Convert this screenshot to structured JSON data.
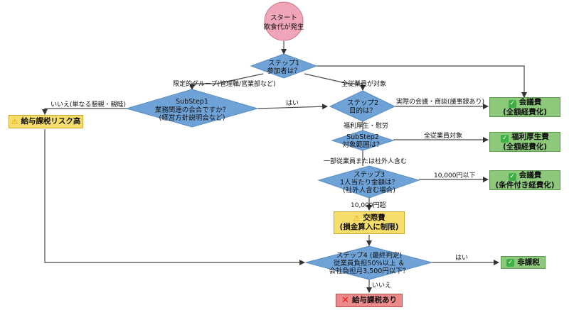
{
  "start": {
    "line1": "スタート",
    "line2": "飲食代が発生"
  },
  "step1": {
    "line1": "ステップ1",
    "line2": "参加者は？"
  },
  "substep1": {
    "line1": "SubStep1",
    "line2": "業務関連の会合ですか？",
    "line3": "(経営方針説明会など)"
  },
  "step2": {
    "line1": "ステップ2",
    "line2": "目的は？"
  },
  "substep2": {
    "line1": "SubStep2",
    "line2": "対象範囲は？"
  },
  "step3": {
    "line1": "ステップ3",
    "line2": "1人当たり金額は？",
    "line3": "(社外人含む場合)"
  },
  "step4": {
    "line1": "ステップ4 (最終判定)",
    "line2": "従業員負担50%以上 ＆",
    "line3": "会社負担月3,500円以下？"
  },
  "edges": {
    "limited_group": "限定的グループ(管理職/営業部など)",
    "all_employees": "全従業員が対象",
    "no_social": "いいえ(単なる懇親・親睦)",
    "yes1": "はい",
    "actual_meeting": "実際の会議・商談(議事録あり)",
    "welfare": "福利厚生・慰労",
    "all_employees_target": "全従業員対象",
    "partial": "一部従業員または社外人含む",
    "under_10000": "10,000円以下",
    "over_10000": "10,000円超",
    "yes4": "はい",
    "no4": "いいえ"
  },
  "results": {
    "meeting_full": {
      "icon": "check-icon",
      "line1": "会議費",
      "line2": "(全額経費化)"
    },
    "welfare_full": {
      "icon": "check-icon",
      "line1": "福利厚生費",
      "line2": "(全額経費化)"
    },
    "meeting_cond": {
      "icon": "check-icon",
      "line1": "会議費",
      "line2": "(条件付き経費化)"
    },
    "entertainment": {
      "icon": "warning-icon",
      "line1": "交際費",
      "line2": "(損金算入に制限)"
    },
    "salary_risk": {
      "icon": "warning-icon",
      "line1": "給与課税リスク高"
    },
    "non_taxable": {
      "icon": "check-icon",
      "line1": "非課税"
    },
    "salary_taxed": {
      "icon": "cross-icon",
      "line1": "給与課税あり"
    }
  },
  "icons": {
    "check": "✓",
    "warning": "⚠",
    "cross": "✕"
  },
  "colors": {
    "decision": "#6fa3d8",
    "start": "#f0a6b8",
    "ok": "#8cc97a",
    "warning": "#f7de6b",
    "danger": "#ec8a8a"
  }
}
